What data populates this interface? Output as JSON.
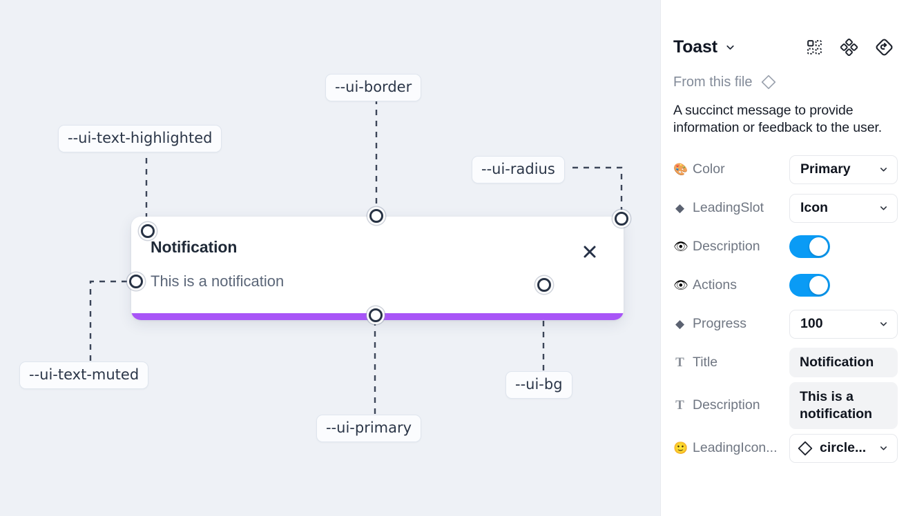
{
  "canvas": {
    "background_color": "#eef1f6",
    "toast": {
      "title": "Notification",
      "description": "This is a notification",
      "close_icon": "close-x-icon",
      "progress_color": "#a855f7",
      "background_color": "#ffffff"
    },
    "tokens": [
      {
        "id": "ui-text-highlighted",
        "label": "--ui-text-highlighted"
      },
      {
        "id": "ui-border",
        "label": "--ui-border"
      },
      {
        "id": "ui-radius",
        "label": "--ui-radius"
      },
      {
        "id": "ui-text-muted",
        "label": "--ui-text-muted"
      },
      {
        "id": "ui-primary",
        "label": "--ui-primary"
      },
      {
        "id": "ui-bg",
        "label": "--ui-bg"
      }
    ]
  },
  "panel": {
    "title": "Toast",
    "title_caret_icon": "chevron-down-icon",
    "header_icons": [
      {
        "name": "component-grid-icon"
      },
      {
        "name": "variants-diamond-dots-icon"
      },
      {
        "name": "reset-revert-icon"
      }
    ],
    "from_file": {
      "label": "From this file",
      "icon": "diamond-outline-icon"
    },
    "description": "A succinct message to provide information or feedback to the user.",
    "properties": [
      {
        "icon": "palette-emoji",
        "glyph": "🎨",
        "label": "Color",
        "control": "select",
        "value": "Primary"
      },
      {
        "icon": "diamond-emoji",
        "glyph": "◆",
        "label": "LeadingSlot",
        "control": "select",
        "value": "Icon"
      },
      {
        "icon": "eye-emoji",
        "glyph": "👁",
        "label": "Description",
        "control": "toggle",
        "value": "on"
      },
      {
        "icon": "eye-emoji",
        "glyph": "👁",
        "label": "Actions",
        "control": "toggle",
        "value": "on"
      },
      {
        "icon": "diamond-emoji",
        "glyph": "◆",
        "label": "Progress",
        "control": "select",
        "value": "100"
      },
      {
        "icon": "text-t-icon",
        "glyph": "T",
        "label": "Title",
        "control": "text",
        "value": "Notification"
      },
      {
        "icon": "text-t-icon",
        "glyph": "T",
        "label": "Description",
        "control": "textarea",
        "value": "This is a notification"
      },
      {
        "icon": "smiley-emoji",
        "glyph": "🙂",
        "label": "LeadingIcon...",
        "control": "icon-select",
        "value": "circle..."
      }
    ]
  },
  "colors": {
    "accent_blue": "#0a9bf5",
    "primary_purple": "#a855f7",
    "canvas_bg": "#eef1f6"
  }
}
